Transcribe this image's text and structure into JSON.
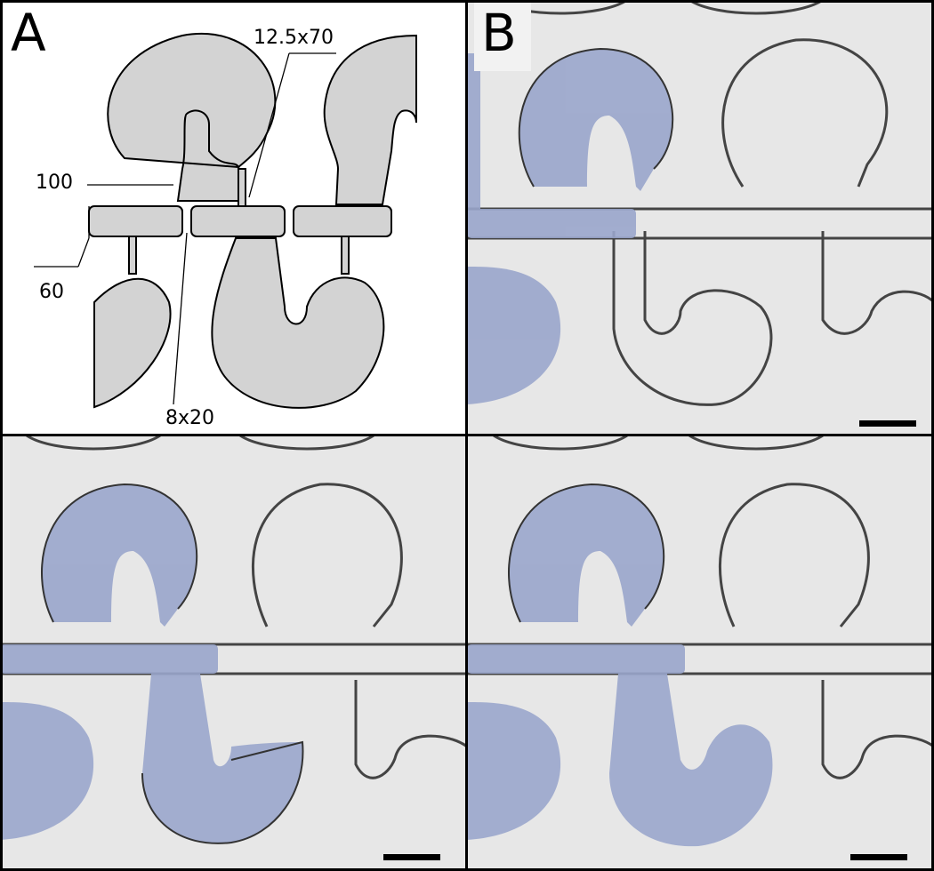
{
  "panels": {
    "a": {
      "letter": "A"
    },
    "b": {
      "letter": "B"
    }
  },
  "dimensions": {
    "bridge": "12.5x70",
    "width": "100",
    "channel": "60",
    "gap": "8x20"
  },
  "colors": {
    "chamber_fill": "#d3d3d3",
    "liquid_fill": "#9aa6cc",
    "micrograph_bg": "#e7e7e7",
    "outline": "#000000"
  }
}
